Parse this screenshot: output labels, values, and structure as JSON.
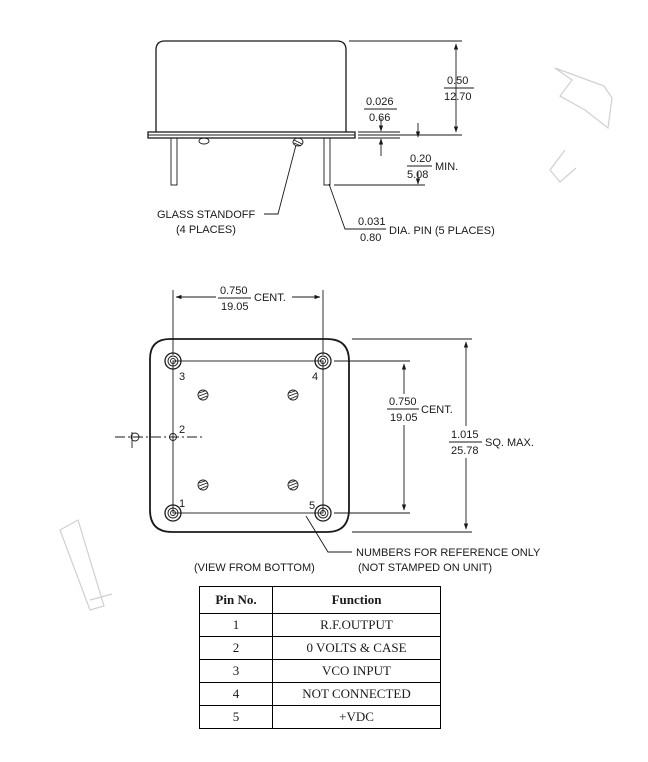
{
  "side_view": {
    "height_dim": {
      "top": "0.50",
      "bottom": "12.70"
    },
    "base_dim": {
      "top": "0.026",
      "bottom": "0.66"
    },
    "pin_length_dim": {
      "top": "0.20",
      "bottom": "5.08",
      "suffix": "MIN."
    },
    "pin_dia_dim": {
      "top": "0.031",
      "bottom": "0.80",
      "suffix": "DIA. PIN (5 PLACES)"
    },
    "glass_standoff": {
      "line1": "GLASS STANDOFF",
      "line2": "(4 PLACES)"
    }
  },
  "bottom_view": {
    "horiz_dim": {
      "top": "0.750",
      "bottom": "19.05",
      "suffix": "CENT."
    },
    "vert_dim": {
      "top": "0.750",
      "bottom": "19.05",
      "suffix": "CENT."
    },
    "square_dim": {
      "top": "1.015",
      "bottom": "25.78",
      "suffix": "SQ. MAX."
    },
    "pin_labels": [
      "1",
      "2",
      "3",
      "4",
      "5"
    ],
    "view_caption": "(VIEW FROM BOTTOM)",
    "note": {
      "line1": "NUMBERS FOR REFERENCE ONLY",
      "line2": "(NOT STAMPED ON UNIT)"
    }
  },
  "pin_table": {
    "headers": [
      "Pin No.",
      "Function"
    ],
    "rows": [
      [
        "1",
        "R.F.OUTPUT"
      ],
      [
        "2",
        "0 VOLTS & CASE"
      ],
      [
        "3",
        "VCO INPUT"
      ],
      [
        "4",
        "NOT CONNECTED"
      ],
      [
        "5",
        "+VDC"
      ]
    ]
  }
}
